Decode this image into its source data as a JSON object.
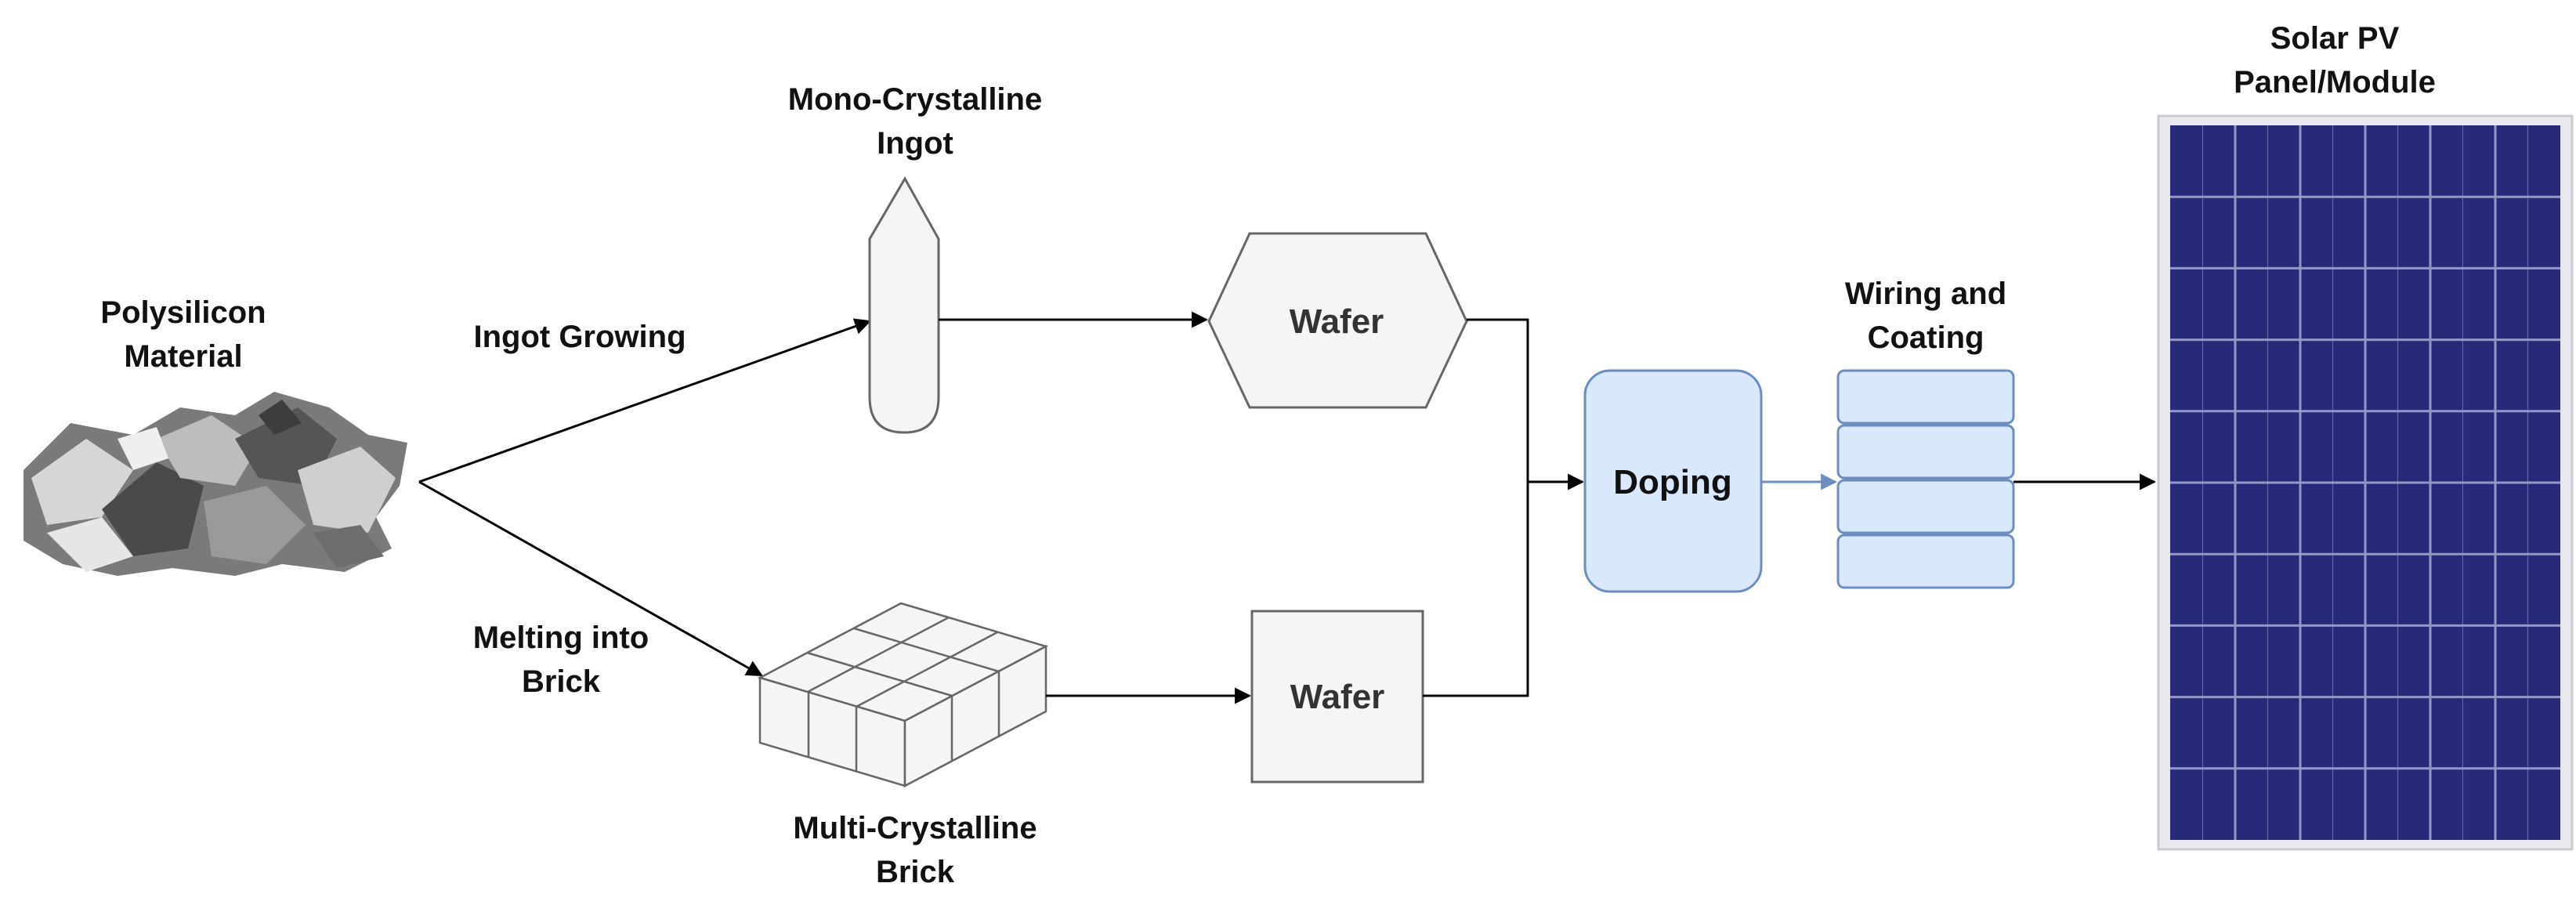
{
  "labels": {
    "polysilicon_line1": "Polysilicon",
    "polysilicon_line2": "Material",
    "ingot_growing": "Ingot Growing",
    "melting_line1": "Melting into",
    "melting_line2": "Brick",
    "mono_line1": "Mono-Crystalline",
    "mono_line2": "Ingot",
    "multi_line1": "Multi-Crystalline",
    "multi_line2": "Brick",
    "wafer_top": "Wafer",
    "wafer_bottom": "Wafer",
    "doping": "Doping",
    "wiring_line1": "Wiring and",
    "wiring_line2": "Coating",
    "solar_line1": "Solar PV",
    "solar_line2": "Panel/Module"
  },
  "colors": {
    "line": "#000000",
    "doping_fill": "#dae8fc",
    "doping_stroke": "#6c8ebf",
    "shape_fill": "#f5f5f5",
    "shape_stroke": "#666666",
    "panel_cell": "#262a78",
    "panel_grid": "#a9acd4"
  }
}
